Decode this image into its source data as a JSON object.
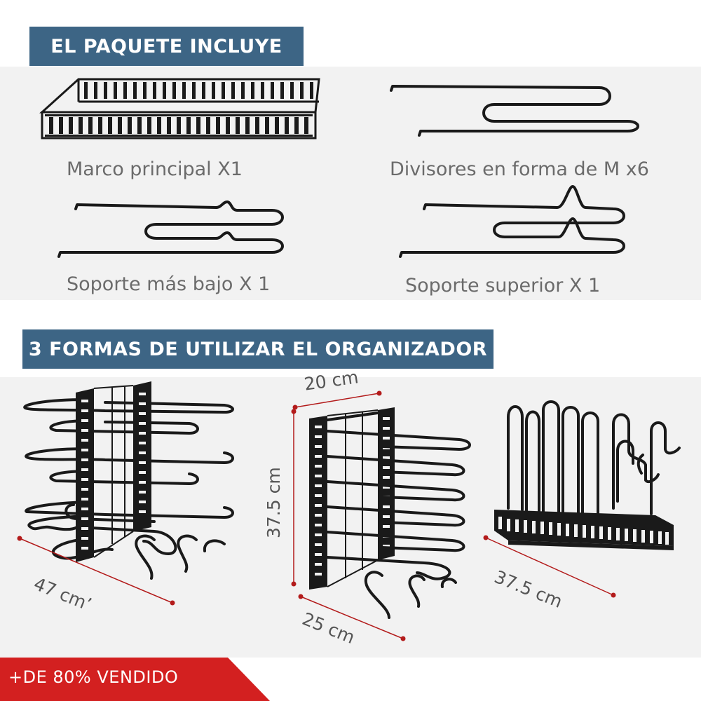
{
  "section1": {
    "title": "EL PAQUETE INCLUYE",
    "items": [
      {
        "label": "Marco principal X1",
        "icon": "main-frame-icon"
      },
      {
        "label": "Divisores en forma de M x6",
        "icon": "m-divider-icon"
      },
      {
        "label": "Soporte más bajo X 1",
        "icon": "lower-support-icon"
      },
      {
        "label": "Soporte superior X 1",
        "icon": "upper-support-icon"
      }
    ]
  },
  "section2": {
    "title": "3 FORMAS DE UTILIZAR EL ORGANIZADOR",
    "dimensions": {
      "horizontal_length": "47 cm’",
      "vertical_width": "20 cm",
      "vertical_height": "37.5 cm",
      "vertical_depth": "25 cm",
      "upright_length": "37.5 cm"
    }
  },
  "badge": {
    "label": "+DE 80% VENDIDO"
  },
  "colors": {
    "banner": "#3d6585",
    "badge": "#d32020",
    "dim_marker": "#b31b1b"
  }
}
